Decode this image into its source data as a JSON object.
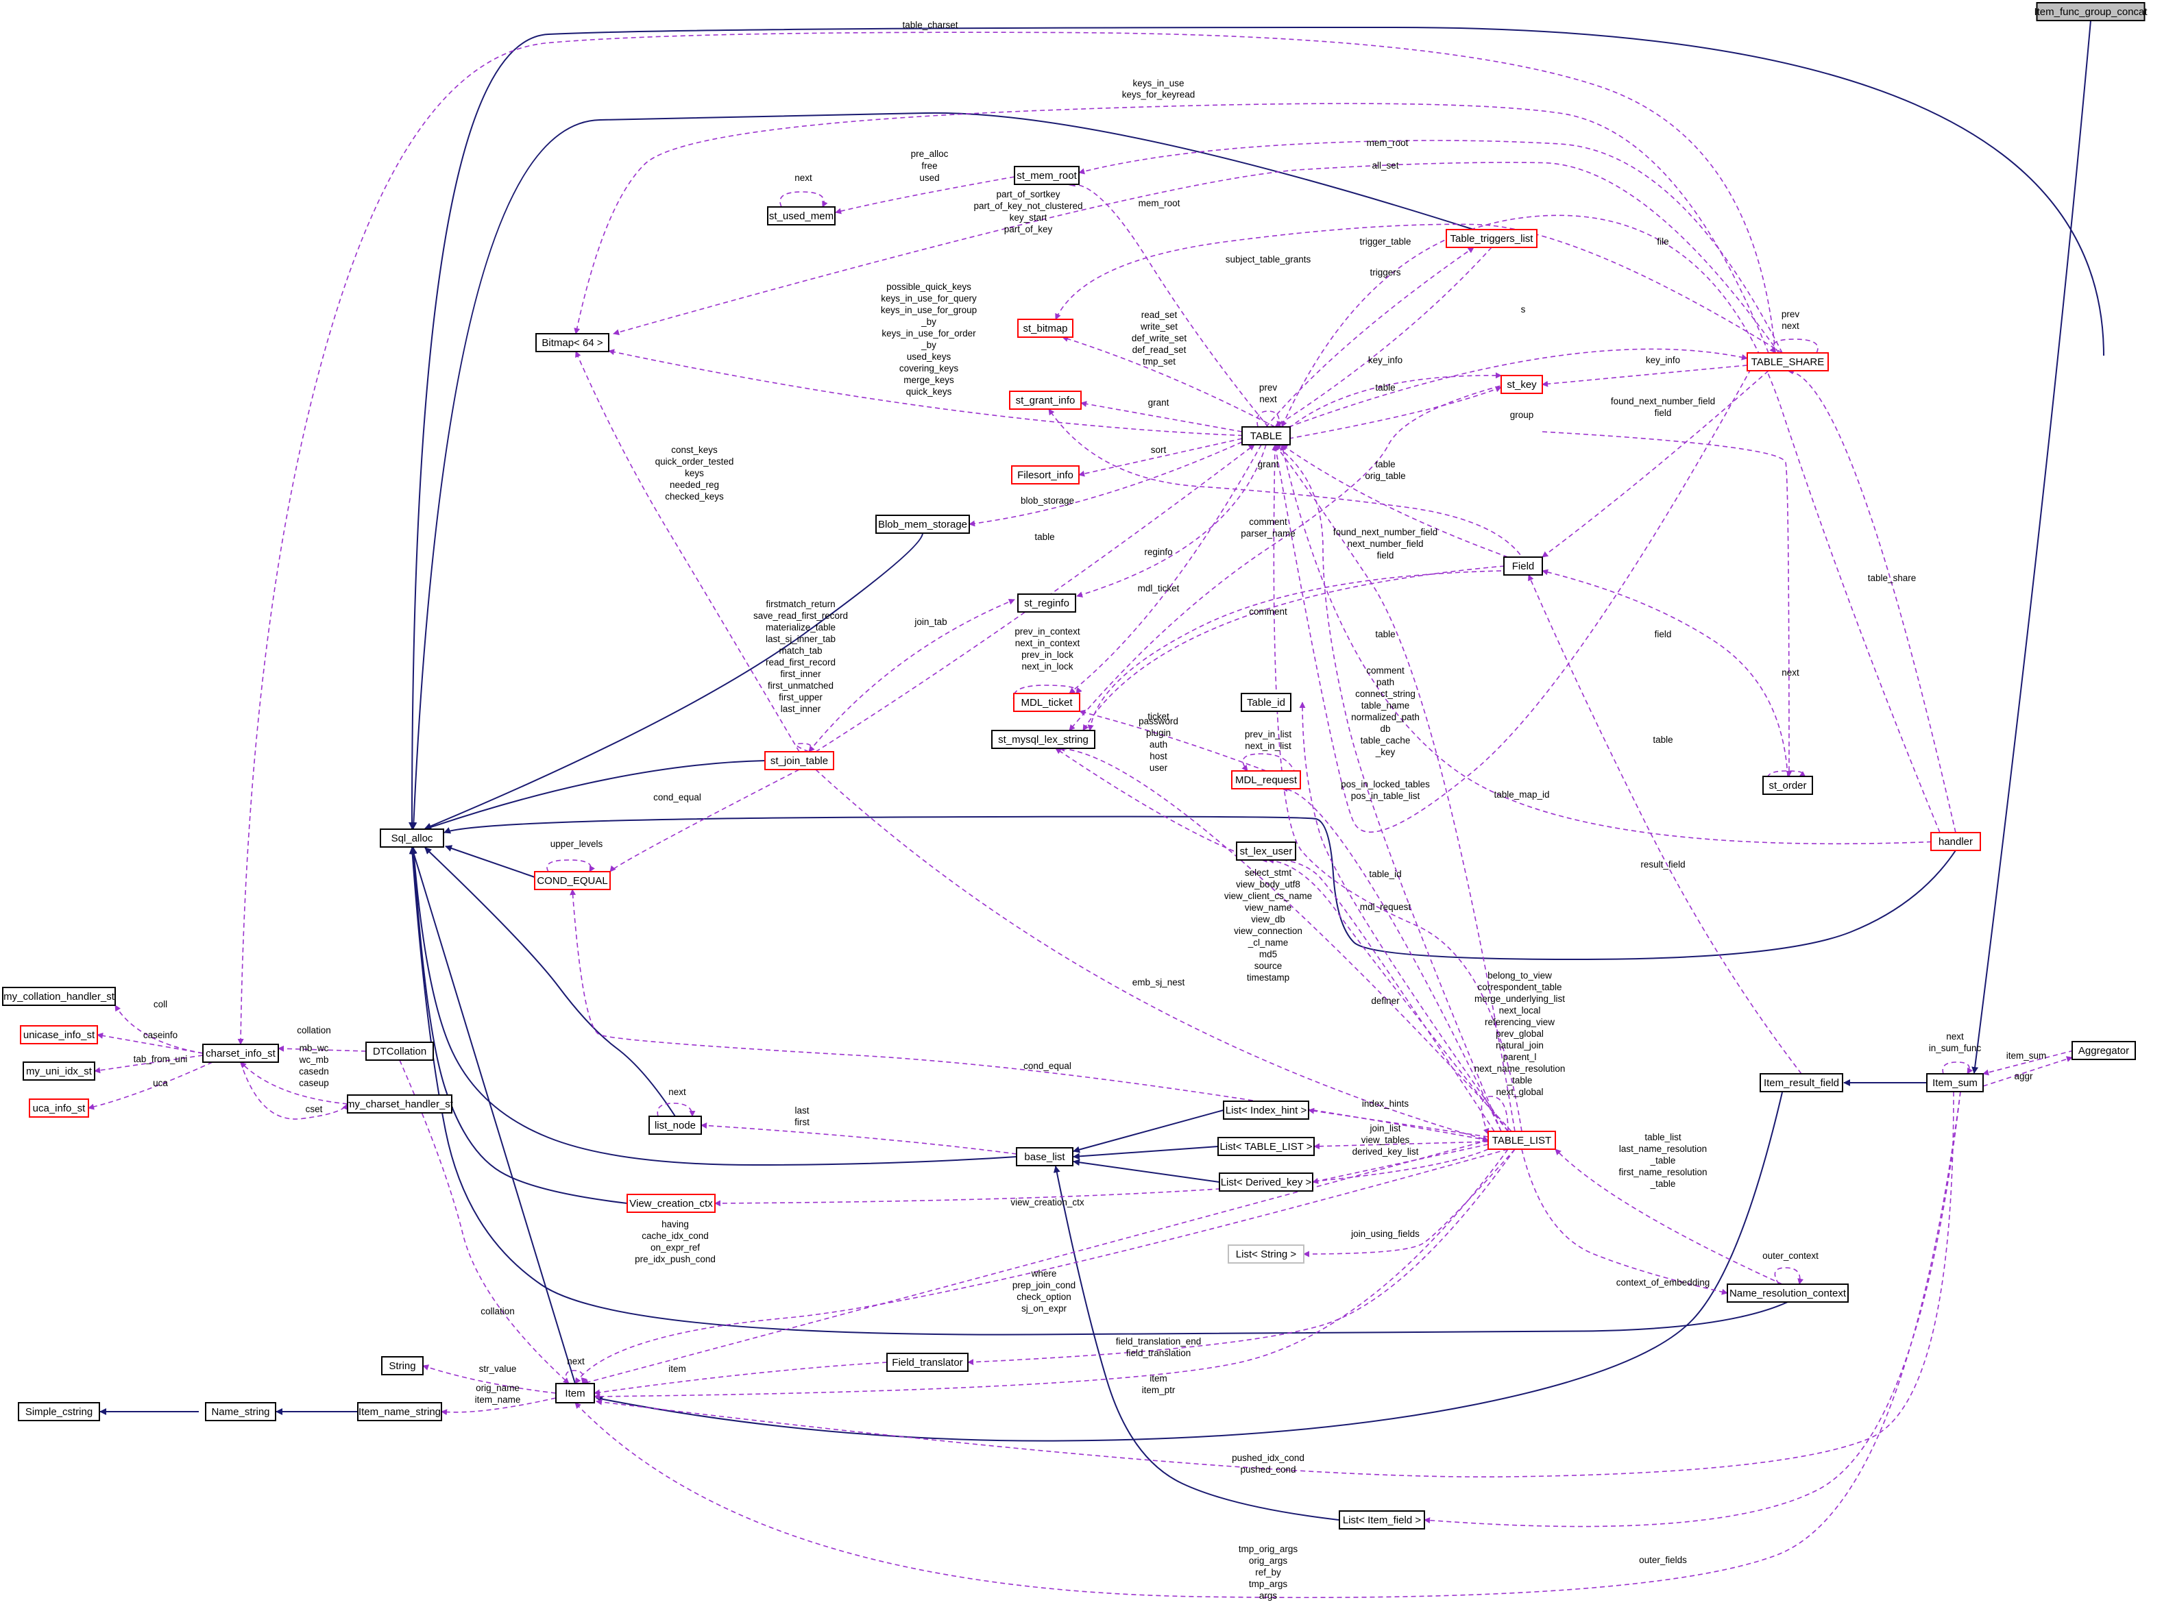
{
  "diagram_title": "Item_func_group_concat",
  "colors": {
    "inheritance_edge": "#191970",
    "usage_edge": "#9a32cd",
    "node_border_normal": "#000000",
    "node_border_truncated": "#ff0000",
    "node_border_external": "#bfbfbf",
    "root_fill": "#bfbfbf"
  },
  "nodes": {
    "item_func_group_concat": "Item_func_group_concat",
    "sql_alloc": "Sql_alloc",
    "aggregator": "Aggregator",
    "item_sum": "Item_sum",
    "item_result_field": "Item_result_field",
    "item": "Item",
    "table_share": "TABLE_SHARE",
    "table": "TABLE",
    "table_list": "TABLE_LIST",
    "field": "Field",
    "st_order": "st_order",
    "handler": "handler",
    "table_triggers_list": "Table_triggers_list",
    "st_mem_root": "st_mem_root",
    "st_used_mem": "st_used_mem",
    "bitmap": "Bitmap< 64 >",
    "st_bitmap": "st_bitmap",
    "st_grant_info": "st_grant_info",
    "filesort_info": "Filesort_info",
    "blob_mem_storage": "Blob_mem_storage",
    "st_key": "st_key",
    "st_reginfo": "st_reginfo",
    "mdl_ticket": "MDL_ticket",
    "st_mysql_lex_string": "st_mysql_lex_string",
    "table_id": "Table_id",
    "mdl_request": "MDL_request",
    "st_lex_user": "st_lex_user",
    "st_join_table": "st_join_table",
    "cond_equal": "COND_EQUAL",
    "my_collation_handler_st": "my_collation_handler_st",
    "unicase_info_st": "unicase_info_st",
    "my_uni_idx_st": "my_uni_idx_st",
    "uca_info_st": "uca_info_st",
    "charset_info_st": "charset_info_st",
    "dtcollation": "DTCollation",
    "my_charset_handler_st": "my_charset_handler_st",
    "list_node": "list_node",
    "base_list": "base_list",
    "list_index_hint": "List< Index_hint >",
    "list_table_list": "List< TABLE_LIST >",
    "list_derived_key": "List< Derived_key >",
    "view_creation_ctx": "View_creation_ctx",
    "list_string": "List< String >",
    "name_resolution_context": "Name_resolution_context",
    "field_translator": "Field_translator",
    "string": "String",
    "simple_cstring": "Simple_cstring",
    "name_string": "Name_string",
    "item_name_string": "Item_name_string",
    "list_item_field": "List< Item_field >"
  },
  "edge_labels": {
    "table_charset": "table_charset",
    "keys_in_use": "keys_in_use\nkeys_for_keyread",
    "mem_root_top": "mem_root",
    "all_set": "all_set",
    "pre_alloc": "pre_alloc\nfree\nused",
    "next_used_mem": "next",
    "part_of_sortkey": "part_of_sortkey\npart_of_key_not_clustered\nkey_start\npart_of_key",
    "mem_root_table": "mem_root",
    "subject_table_grants": "subject_table_grants",
    "trigger_table": "trigger_table",
    "triggers": "triggers",
    "file": "file",
    "prev_next_share": "prev\nnext",
    "s": "s",
    "possible_quick_keys": "possible_quick_keys\nkeys_in_use_for_query\nkeys_in_use_for_group\n_by\nkeys_in_use_for_order\n_by\nused_keys\ncovering_keys\nmerge_keys\nquick_keys",
    "read_set": "read_set\nwrite_set\ndef_write_set\ndef_read_set\ntmp_set",
    "prev_next_table": "prev\nnext",
    "key_info_table": "key_info",
    "table_key": "table",
    "key_info_share": "key_info",
    "grant": "grant",
    "sort": "sort",
    "grant2": "grant",
    "group": "group",
    "found_next_number_field_share": "found_next_number_field\nfield",
    "blob_storage": "blob_storage",
    "table_field": "table\norig_table",
    "const_keys": "const_keys\nquick_order_tested\nkeys\nneeded_reg\nchecked_keys",
    "table_join": "table",
    "reginfo": "reginfo",
    "comment_parser": "comment\nparser_name",
    "found_next_number_field_table": "found_next_number_field\nnext_number_field\nfield",
    "mdl_ticket": "mdl_ticket",
    "comment_field": "comment",
    "table_share_handler": "table_share",
    "firstmatch_return": "firstmatch_return\nsave_read_first_record\nmaterialize_table\nlast_sj_inner_tab\nmatch_tab\nread_first_record\nfirst_inner\nfirst_unmatched\nfirst_upper\nlast_inner",
    "join_tab": "join_tab",
    "prev_in_context": "prev_in_context\nnext_in_context\nprev_in_lock\nnext_in_lock",
    "table_tl": "table",
    "field_order": "field",
    "comment_path": "comment\npath\nconnect_string\ntable_name\nnormalized_path\ndb\ntable_cache\n_key",
    "next_order": "next",
    "ticket": "ticket",
    "password": "password\nplugin\nauth\nhost\nuser",
    "prev_in_list": "prev_in_list\nnext_in_list",
    "table_handler": "table",
    "pos_in_locked_tables": "pos_in_locked_tables\npos_in_table_list",
    "table_map_id": "table_map_id",
    "cond_equal_join": "cond_equal",
    "upper_levels": "upper_levels",
    "table_id": "table_id",
    "result_field": "result_field",
    "select_stmt": "select_stmt\nview_body_utf8\nview_client_cs_name\nview_name\nview_db\nview_connection\n_cl_name\nmd5\nsource\ntimestamp",
    "mdl_request": "mdl_request",
    "emb_sj_nest": "emb_sj_nest",
    "definer": "definer",
    "belong_to_view": "belong_to_view\ncorrespondent_table\nmerge_underlying_list\nnext_local\nreferencing_view\nprev_global\nnatural_join\nparent_l\nnext_name_resolution\n_table\nnext_global",
    "next_item_sum": "next\nin_sum_func",
    "item_sum_agg": "item_sum",
    "aggr": "aggr",
    "coll": "coll",
    "caseinfo": "caseinfo",
    "tab_from_uni": "tab_from_uni",
    "uca": "uca",
    "collation_dt": "collation",
    "mb_wc": "mb_wc\nwc_mb\ncasedn\ncaseup",
    "cset": "cset",
    "cond_equal_tl": "cond_equal",
    "index_hints": "index_hints",
    "next_list_node": "next",
    "last_first": "last\nfirst",
    "join_list": "join_list\nview_tables",
    "derived_key_list": "derived_key_list",
    "table_list_fields": "table_list\nlast_name_resolution\n_table\nfirst_name_resolution\n_table",
    "view_creation_ctx": "view_creation_ctx",
    "having": "having\ncache_idx_cond\non_expr_ref\npre_idx_push_cond",
    "join_using_fields": "join_using_fields",
    "outer_context": "outer_context",
    "context_of_embedding": "context_of_embedding",
    "collation_item": "collation",
    "where": "where\nprep_join_cond\ncheck_option\nsj_on_expr",
    "next_item": "next",
    "str_value": "str_value",
    "item_ft": "item",
    "field_translation": "field_translation_end\nfield_translation",
    "orig_name": "orig_name\nitem_name",
    "item_ptr": "item\nitem_ptr",
    "pushed_idx_cond": "pushed_idx_cond\npushed_cond",
    "outer_fields": "outer_fields",
    "tmp_orig_args": "tmp_orig_args\norig_args\nref_by\ntmp_args\nargs"
  }
}
